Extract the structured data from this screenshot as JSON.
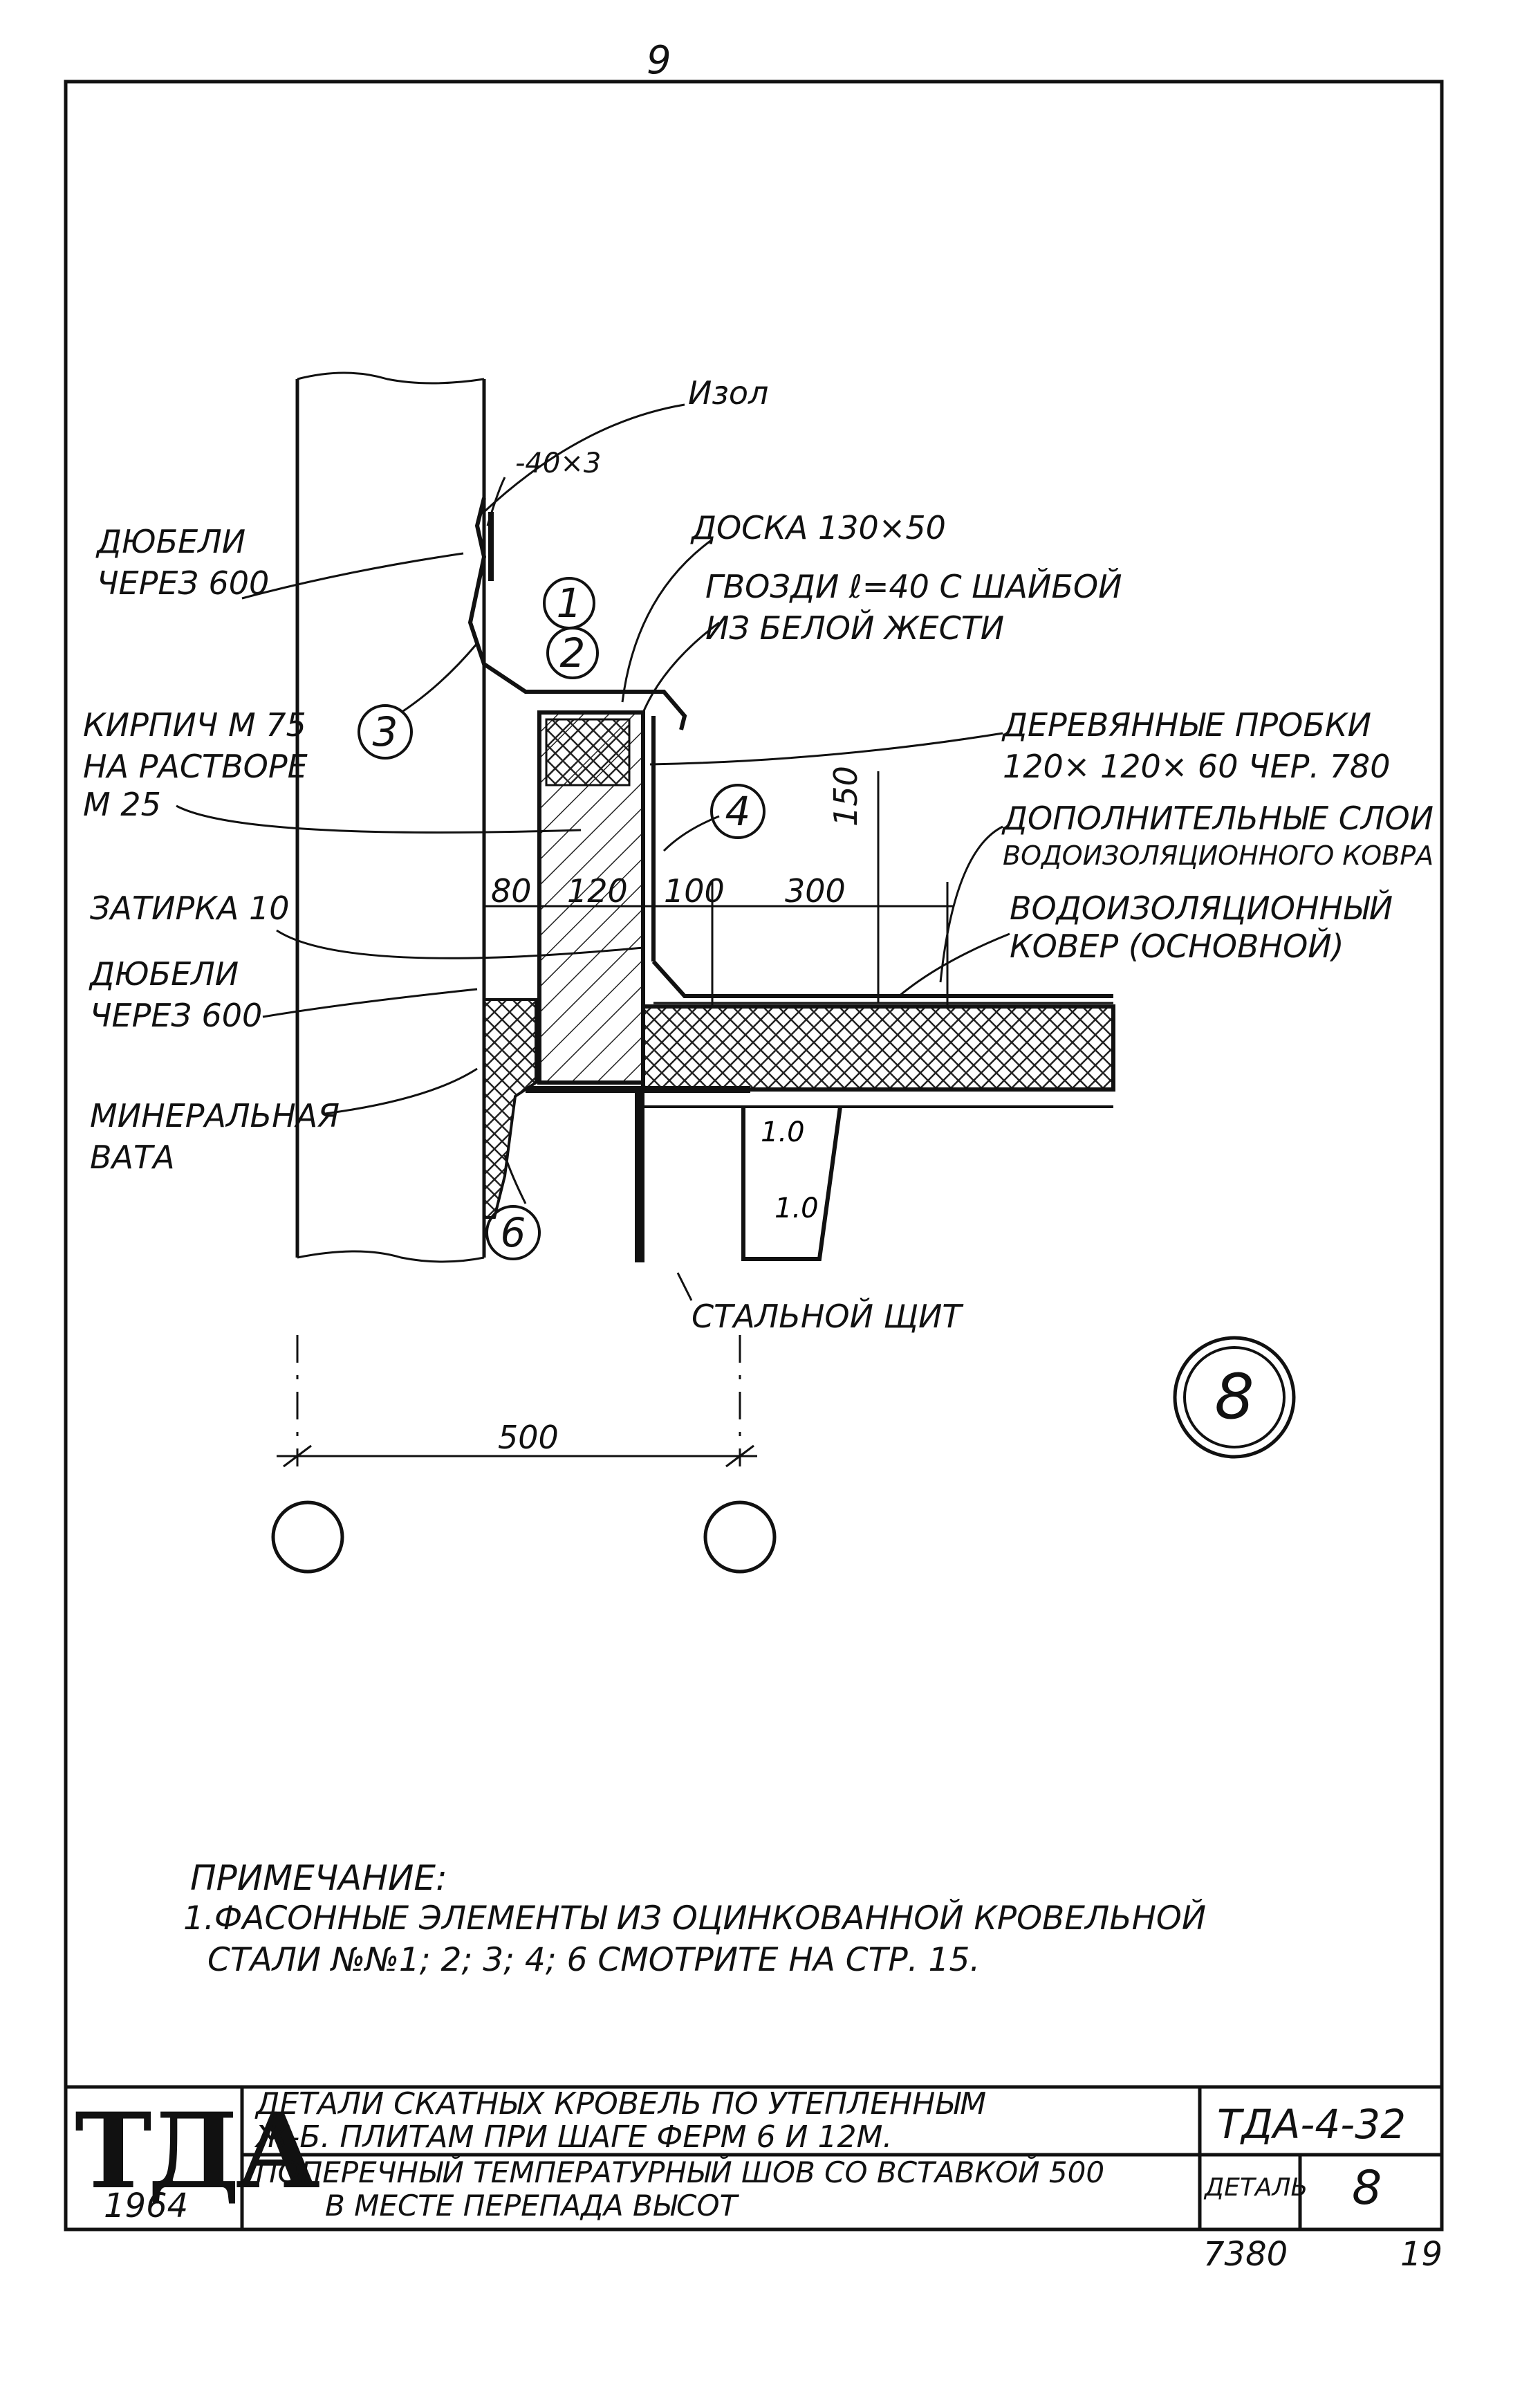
{
  "page_number_top": "9",
  "labels": {
    "izol": "Изол",
    "strip": "-40×3",
    "dowels_top_1": "ДЮБЕЛИ",
    "dowels_top_2": "ЧЕРЕЗ 600",
    "board": "ДОСКА 130×50",
    "nails_1": "ГВОЗДИ ℓ=40 С ШАЙБОЙ",
    "nails_2": "ИЗ БЕЛОЙ ЖЕСТИ",
    "brick_1": "КИРПИЧ М 75",
    "brick_2": "НА РАСТВОРЕ",
    "brick_3": "М 25",
    "wood_plugs_1": "ДЕРЕВЯННЫЕ ПРОБКИ",
    "wood_plugs_2": "120× 120× 60 ЧЕР. 780",
    "extra_layers_1": "ДОПОЛНИТЕЛЬНЫЕ СЛОИ",
    "extra_layers_2": "ВОДОИЗОЛЯЦИОННОГО КОВРА",
    "plaster": "ЗАТИРКА 10",
    "waterproof_1": "ВОДОИЗОЛЯЦИОННЫЙ",
    "waterproof_2": "КОВЕР (ОСНОВНОЙ)",
    "dowels_bot_1": "ДЮБЕЛИ",
    "dowels_bot_2": "ЧЕРЕЗ 600",
    "mineral_1": "МИНЕРАЛЬНАЯ",
    "mineral_2": "ВАТА",
    "steel_shield": "СТАЛЬНОЙ ЩИТ"
  },
  "dimensions": {
    "d80": "80",
    "d120": "120",
    "d100": "100",
    "d300": "300",
    "d150": "150",
    "d500": "500"
  },
  "markers": {
    "m1": "1",
    "m2": "2",
    "m3": "3",
    "m4": "4",
    "m6": "6",
    "detail": "8"
  },
  "note": {
    "title": "ПРИМЕЧАНИЕ:",
    "line1": "1.ФАСОННЫЕ ЭЛЕМЕНТЫ ИЗ ОЦИНКОВАННОЙ КРОВЕЛЬНОЙ",
    "line2": "СТАЛИ №№1; 2; 3; 4; 6 СМОТРИТЕ НА СТР. 15."
  },
  "title_block": {
    "logo": "ТДА",
    "year": "1964",
    "title_line1": "ДЕТАЛИ СКАТНЫХ КРОВЕЛЬ ПО УТЕПЛЕННЫМ",
    "title_line2": "Ж-Б. ПЛИТАМ ПРИ ШАГЕ ФЕРМ 6 И 12М.",
    "subtitle_line1": "ПОПЕРЕЧНЫЙ ТЕМПЕРАТУРНЫЙ ШОВ СО ВСТАВКОЙ 500",
    "subtitle_line2": "В МЕСТЕ ПЕРЕПАДА ВЫСОТ",
    "code": "ТДА-4-32",
    "detail_label": "ДЕТАЛЬ",
    "detail_number": "8"
  },
  "footer": {
    "left": "7380",
    "right": "19"
  }
}
